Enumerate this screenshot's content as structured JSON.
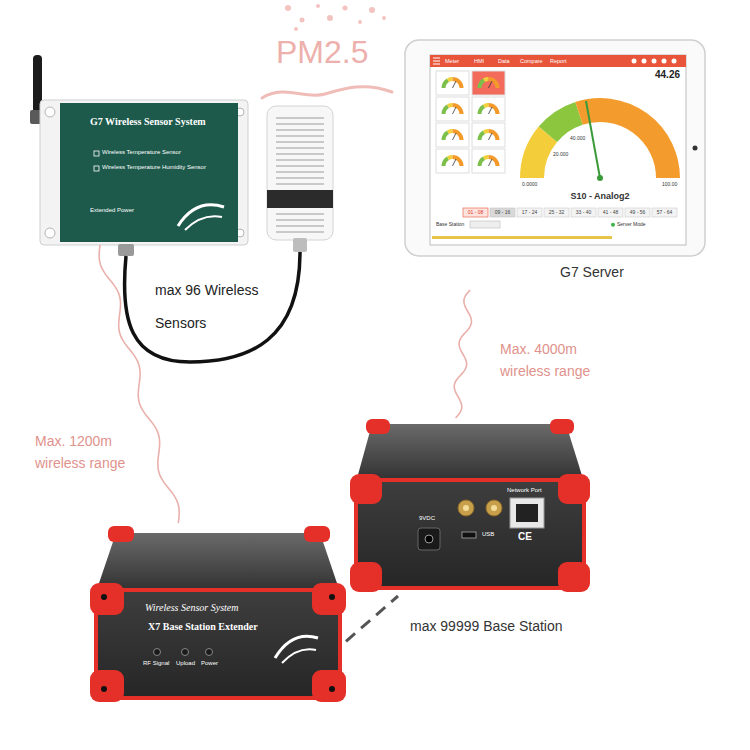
{
  "diagram": {
    "nodes": [
      {
        "text": [
          "G7 Wireless Sensor System",
          "Wireless Temperature Sensor",
          "Wireless Temperature Humidity Sensor",
          "Extended Power"
        ]
      },
      {
        "text": [
          "G7 Server"
        ]
      },
      {
        "text": [
          "9VDC",
          "USB",
          "Network Port",
          "CE"
        ]
      },
      {
        "text": [
          "Wireless Sensor System",
          "X7 Base Station Extender",
          "RF Signal",
          "Upload",
          "Power"
        ]
      }
    ],
    "edges": [
      {
        "from": 0,
        "to": 3,
        "arrow": "none",
        "label": "Max. 1200m wireless range"
      },
      {
        "from": 2,
        "to": 1,
        "arrow": "none",
        "label": "Max. 4000m wireless range"
      },
      {
        "from": 3,
        "to": 2,
        "arrow": "none"
      }
    ],
    "labels": [
      "PM2.5",
      "max 96 Wireless Sensors",
      "max 99999 Base Station",
      "Meter",
      "HMI",
      "Data",
      "Compare",
      "Report",
      "44.26",
      "20.000",
      "40.000",
      "0.0000",
      "100.00",
      "S10 - Analog2",
      "01 - 08",
      "09 - 16",
      "17 - 24",
      "25 - 32",
      "33 - 40",
      "41 - 48",
      "49 - 56",
      "57 - 64",
      "Base Station",
      "Server Mode"
    ]
  }
}
